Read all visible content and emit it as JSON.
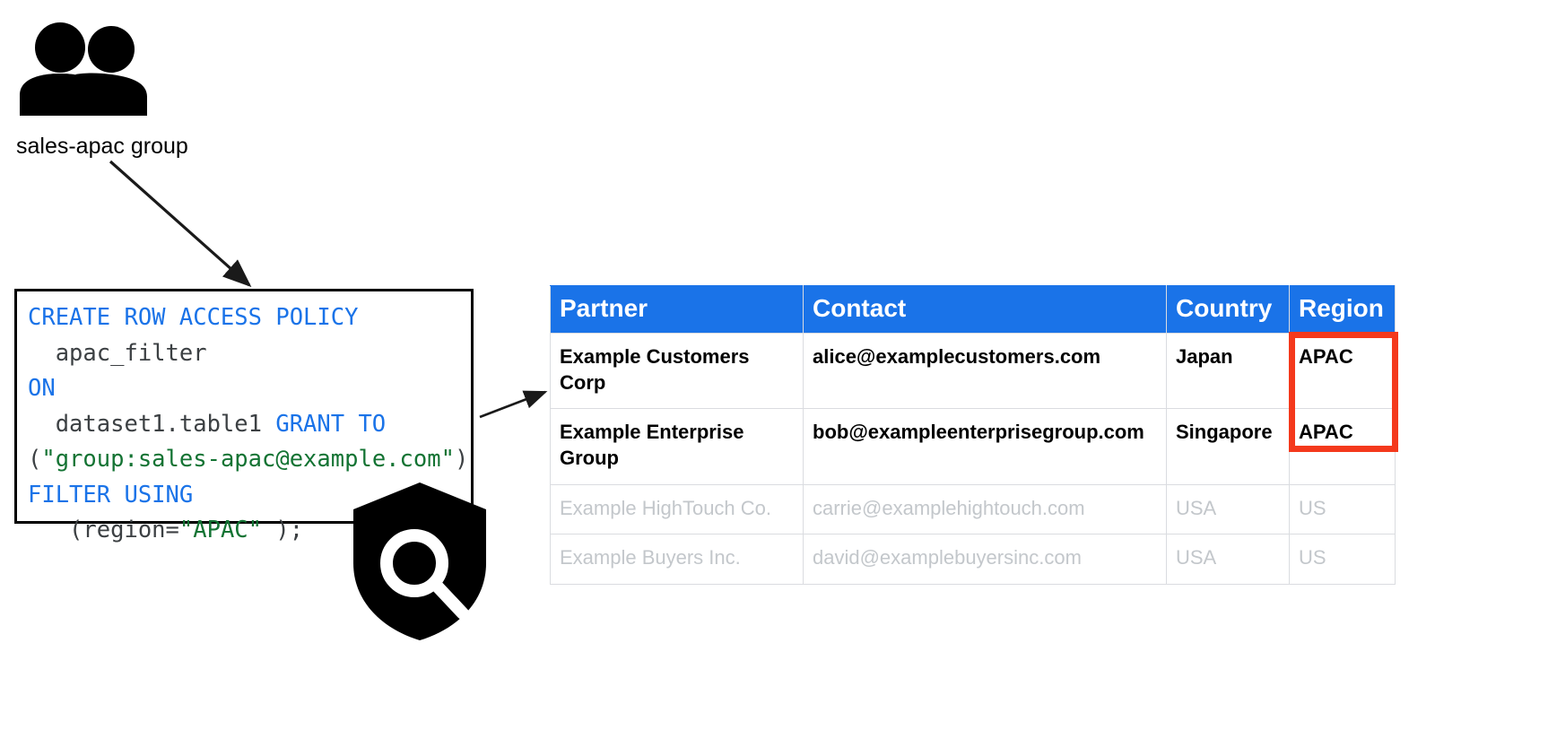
{
  "diagram": {
    "group": {
      "icon": "people-group-icon",
      "label": "sales-apac group"
    },
    "shield": {
      "icon": "shield-search-icon"
    },
    "arrows": [
      {
        "name": "arrow-group-to-policy"
      },
      {
        "name": "arrow-policy-to-table"
      }
    ]
  },
  "code": {
    "name": "row-access-policy-sql",
    "language": "sql",
    "lines": [
      [
        {
          "t": "CREATE ROW ACCESS POLICY",
          "c": "kw"
        }
      ],
      [
        {
          "t": "  apac_filter",
          "c": "id"
        }
      ],
      [
        {
          "t": "ON",
          "c": "kw"
        }
      ],
      [
        {
          "t": "  dataset1.table1 ",
          "c": "id"
        },
        {
          "t": "GRANT TO",
          "c": "kw"
        }
      ],
      [
        {
          "t": "(",
          "c": "id"
        },
        {
          "t": "\"group:sales-apac@example.com\"",
          "c": "str"
        },
        {
          "t": ")",
          "c": "id"
        }
      ],
      [
        {
          "t": "FILTER USING",
          "c": "kw"
        }
      ],
      [
        {
          "t": "   (region=",
          "c": "id"
        },
        {
          "t": "\"APAC\"",
          "c": "str"
        },
        {
          "t": " );",
          "c": "id"
        }
      ]
    ]
  },
  "table": {
    "name": "partner-table",
    "columns": [
      "Partner",
      "Contact",
      "Country",
      "Region"
    ],
    "rows": [
      {
        "state": "visible",
        "partner": "Example Customers Corp",
        "contact": "alice@examplecustomers.com",
        "country": "Japan",
        "region": "APAC"
      },
      {
        "state": "visible",
        "partner": "Example Enterprise Group",
        "contact": "bob@exampleenterprisegroup.com",
        "country": "Singapore",
        "region": "APAC"
      },
      {
        "state": "filtered",
        "partner": "Example HighTouch Co.",
        "contact": "carrie@examplehightouch.com",
        "country": "USA",
        "region": "US"
      },
      {
        "state": "filtered",
        "partner": "Example Buyers Inc.",
        "contact": "david@examplebuyersinc.com",
        "country": "USA",
        "region": "US"
      }
    ]
  },
  "colors": {
    "header_blue": "#1a73e8",
    "highlight_red": "#f4391c",
    "filtered_gray": "#c3c7cb",
    "keyword_blue": "#1a73e8",
    "string_green": "#137333",
    "text_dark": "#3c4043"
  }
}
